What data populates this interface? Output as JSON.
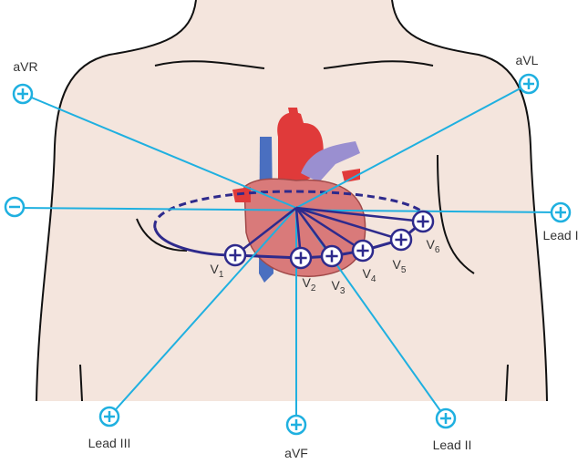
{
  "limb_leads": [
    {
      "id": "avr",
      "label": "aVR",
      "sign": "+"
    },
    {
      "id": "avl",
      "label": "aVL",
      "sign": "+"
    },
    {
      "id": "lead-i",
      "label": "Lead I",
      "sign": "+"
    },
    {
      "id": "lead-iii",
      "label": "Lead III",
      "sign": "+"
    },
    {
      "id": "avf",
      "label": "aVF",
      "sign": "+"
    },
    {
      "id": "lead-ii",
      "label": "Lead II",
      "sign": "+"
    }
  ],
  "negative_pole": {
    "sign": "−"
  },
  "precordial": [
    {
      "letter": "V",
      "num": "1"
    },
    {
      "letter": "V",
      "num": "2"
    },
    {
      "letter": "V",
      "num": "3"
    },
    {
      "letter": "V",
      "num": "4"
    },
    {
      "letter": "V",
      "num": "5"
    },
    {
      "letter": "V",
      "num": "6"
    }
  ],
  "colors": {
    "lead_line": "#1fb0e0",
    "precordial": "#2e2a8c",
    "skin": "#f4e5dd"
  }
}
